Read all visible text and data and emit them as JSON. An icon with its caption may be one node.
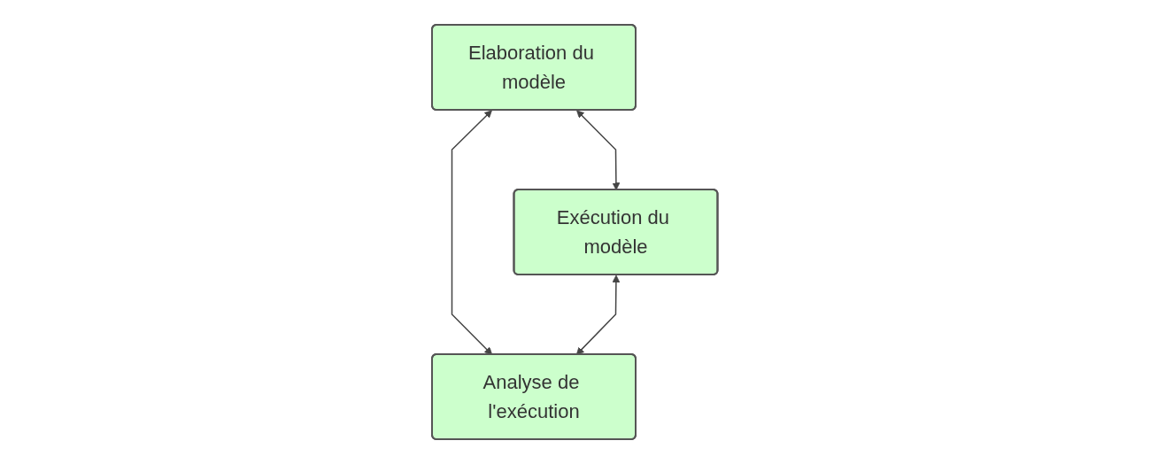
{
  "diagram": {
    "nodes": [
      {
        "text": [
          "Elaboration du modèle"
        ]
      },
      {
        "text": [
          "Exécution du modèle"
        ]
      },
      {
        "text": [
          "Analyse de l'exécution"
        ]
      }
    ],
    "edges": [
      {
        "from": 0,
        "to": 1,
        "arrow": "both"
      },
      {
        "from": 0,
        "to": 2,
        "arrow": "both"
      },
      {
        "from": 1,
        "to": 2,
        "arrow": "both"
      }
    ]
  }
}
